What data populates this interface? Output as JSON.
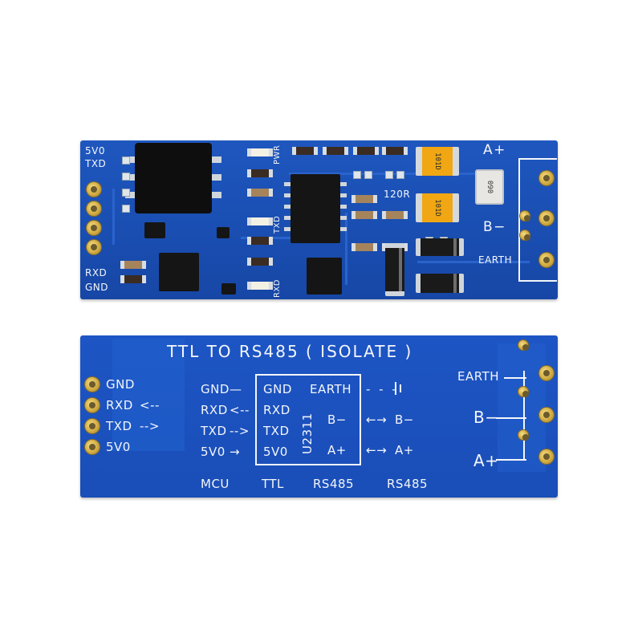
{
  "top_board": {
    "left_labels": {
      "vcc": "5V0",
      "txd": "TXD",
      "rxd": "RXD",
      "gnd": "GND"
    },
    "right_labels": {
      "a_plus": "A+",
      "b_minus": "B−",
      "earth": "EARTH"
    },
    "led_labels": {
      "pwr": "PWR",
      "txd": "TXD",
      "rxd": "RXD"
    },
    "resistor_label": "120R",
    "fuse_code_1": "101D",
    "fuse_code_2": "101D",
    "tvs_code": "090"
  },
  "bottom_board": {
    "title": "TTL TO RS485 ( ISOLATE )",
    "pins_left": [
      "GND",
      "RXD",
      "TXD",
      "5V0"
    ],
    "pin_arrows": [
      "",
      "<--",
      "-->",
      ""
    ],
    "mcu_rows": [
      {
        "label": "GND",
        "arrow": "—"
      },
      {
        "label": "RXD",
        "arrow": "<--"
      },
      {
        "label": "TXD",
        "arrow": "-->"
      },
      {
        "label": "5V0",
        "arrow": "→"
      }
    ],
    "ttl_rows": [
      "GND",
      "RXD",
      "TXD",
      "5V0"
    ],
    "rs485_rows": [
      "EARTH",
      "B−",
      "A+"
    ],
    "chip_label": "U2311",
    "line_right": [
      "B−",
      "A+"
    ],
    "right_labels": {
      "earth": "EARTH",
      "b_minus": "B−",
      "a_plus": "A+"
    },
    "footer": [
      "MCU",
      "TTL",
      "RS485",
      "RS485"
    ]
  },
  "colors": {
    "pcb_blue": "#1a4fb3",
    "silkscreen": "#f4f6fa",
    "gold_pad": "#d9b44a",
    "fuse_orange": "#f0a713"
  }
}
